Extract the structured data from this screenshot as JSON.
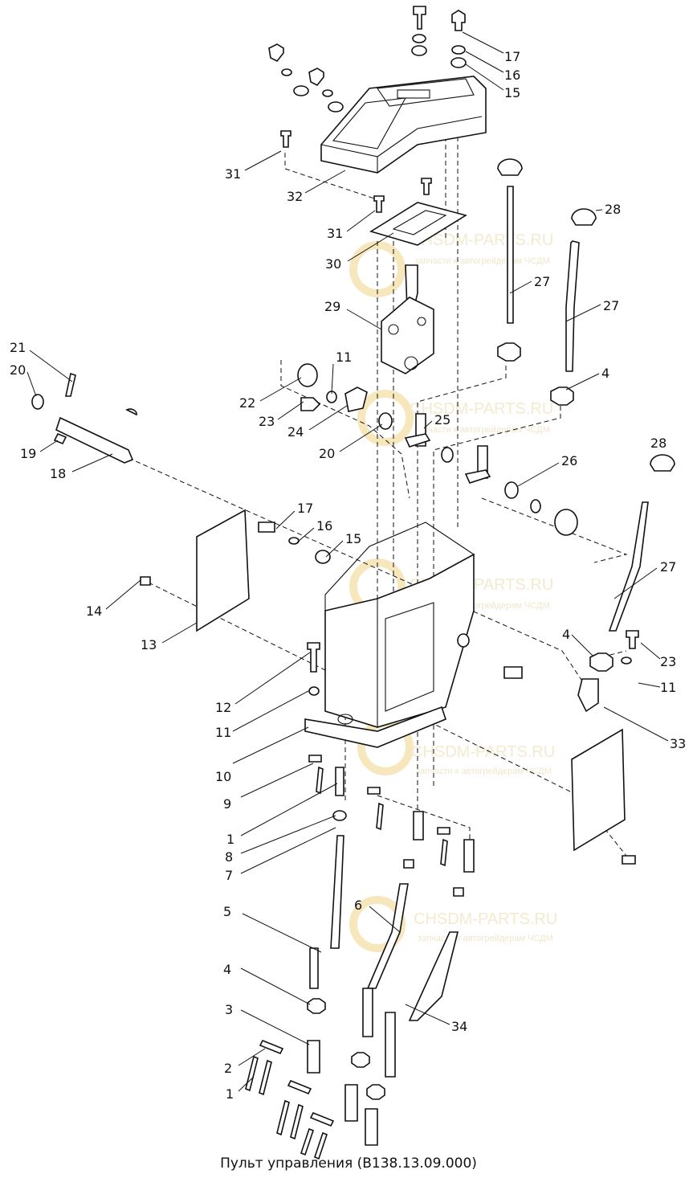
{
  "caption": "Пульт управления (В138.13.09.000)",
  "watermark": {
    "brand": "CHSDM-PARTS.RU",
    "tagline": "запчасти к автогрейдерам ЧСДМ",
    "color": "#f3ead0"
  },
  "callouts": [
    "17",
    "16",
    "15",
    "31",
    "32",
    "28",
    "31",
    "30",
    "27",
    "29",
    "27",
    "4",
    "21",
    "11",
    "20",
    "22",
    "23",
    "25",
    "24",
    "20",
    "19",
    "18",
    "26",
    "28",
    "17",
    "16",
    "15",
    "14",
    "27",
    "13",
    "4",
    "23",
    "12",
    "11",
    "11",
    "33",
    "10",
    "9",
    "1",
    "8",
    "7",
    "5",
    "6",
    "4",
    "34",
    "3",
    "2",
    "1"
  ]
}
